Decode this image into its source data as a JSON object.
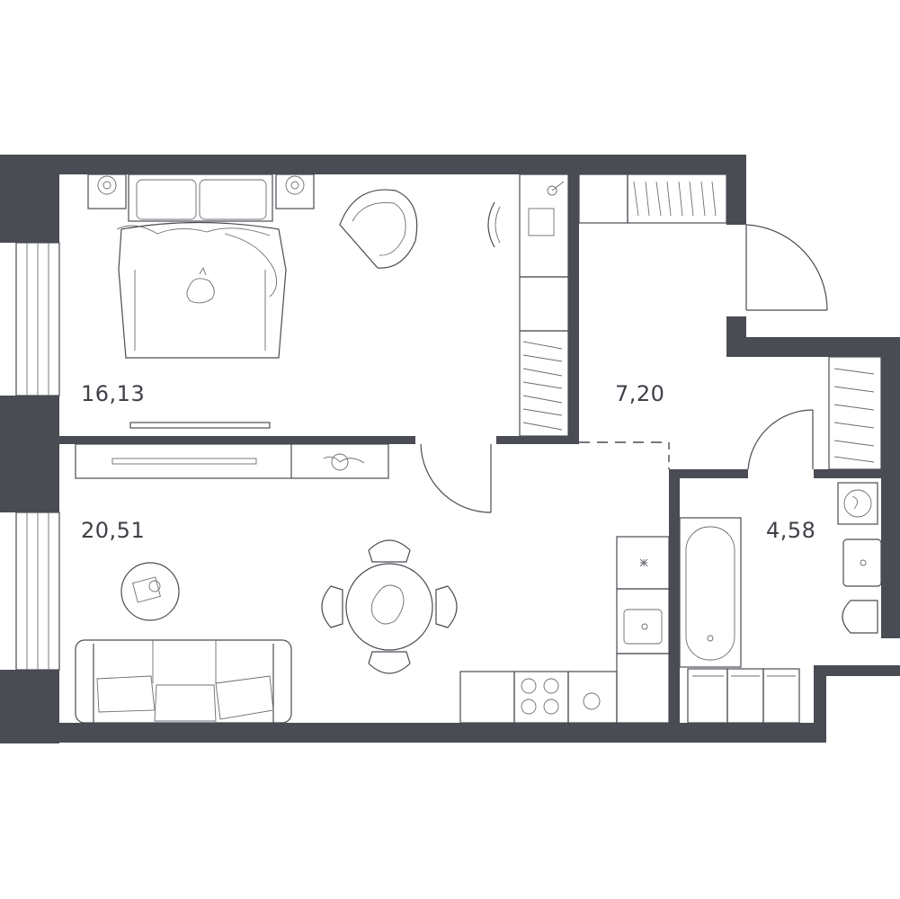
{
  "floor_plan": {
    "rooms": [
      {
        "id": "bedroom",
        "area": "16,13"
      },
      {
        "id": "hallway",
        "area": "7,20"
      },
      {
        "id": "living-kitchen",
        "area": "20,51"
      },
      {
        "id": "bathroom",
        "area": "4,58"
      }
    ]
  },
  "colors": {
    "wall": "#4a4c53",
    "background": "#ffffff",
    "furniture_line": "#4a4c53"
  }
}
